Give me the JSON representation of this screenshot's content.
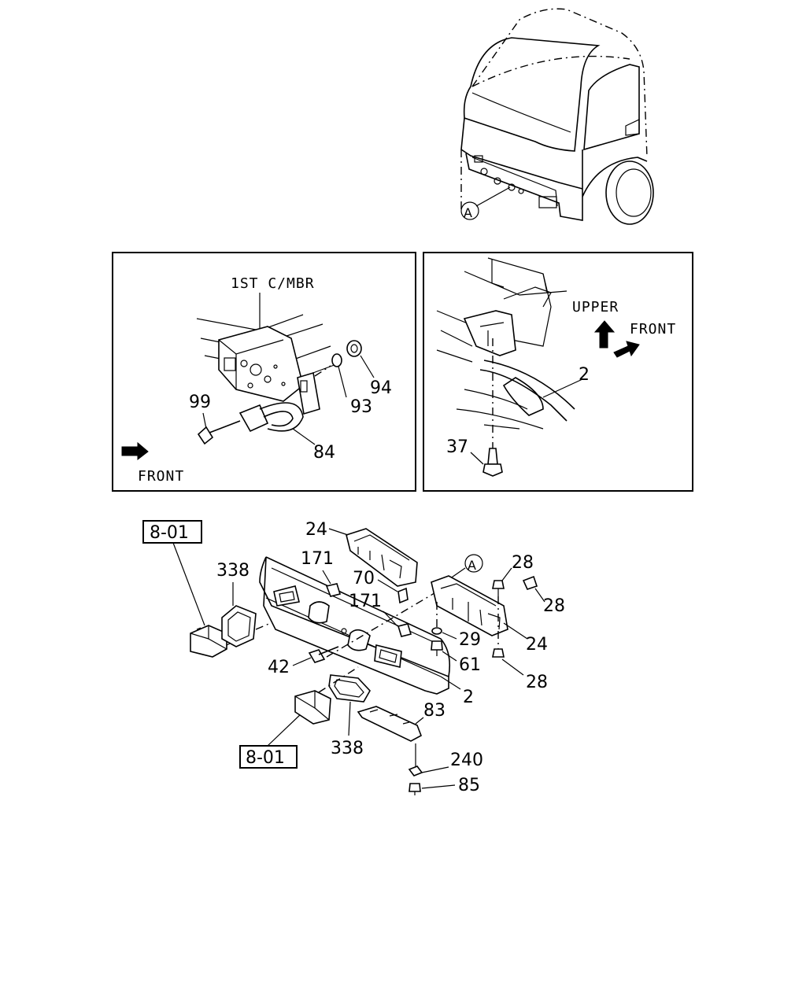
{
  "diagram": {
    "cab_view": {
      "callout": "A"
    },
    "inset_left": {
      "member_label": "1ST C/MBR",
      "direction": "FRONT",
      "parts": [
        "94",
        "93",
        "99",
        "84"
      ]
    },
    "inset_right": {
      "direction_upper": "UPPER",
      "direction_front": "FRONT",
      "parts": [
        "2",
        "37"
      ]
    },
    "main": {
      "ref_top": "8-01",
      "ref_bottom": "8-01",
      "callout": "A",
      "parts": {
        "p24a": "24",
        "p171a": "171",
        "p338a": "338",
        "p70": "70",
        "p171b": "171",
        "p28a": "28",
        "p28b": "28",
        "p29": "29",
        "p24b": "24",
        "p61": "61",
        "p42": "42",
        "p28c": "28",
        "p2": "2",
        "p83": "83",
        "p338b": "338",
        "p240": "240",
        "p85": "85"
      }
    }
  }
}
